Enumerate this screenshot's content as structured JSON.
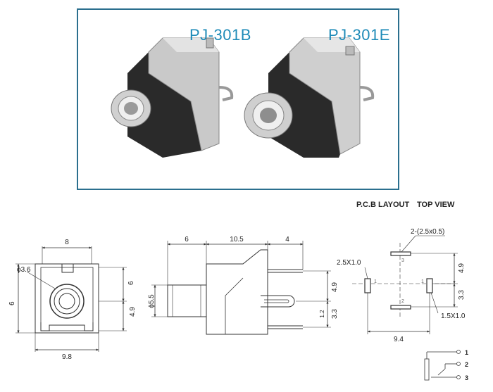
{
  "photo_panel": {
    "model_left": "PJ-301B",
    "model_right": "PJ-301E"
  },
  "headers": {
    "pcb_layout": "P.C.B LAYOUT",
    "top_view": "TOP VIEW"
  },
  "front_view": {
    "width_top": "8",
    "width_bottom": "9.8",
    "bore_dia": "ϕ3.6",
    "height_left": "6",
    "right_upper": "6",
    "right_lower": "4.9"
  },
  "side_view": {
    "len_a": "6",
    "len_b": "10.5",
    "len_c": "4",
    "barrel_dia": "ϕ5.5",
    "pin_pitch": "4.9",
    "pin_gap": "1.2",
    "pin_low": "3.3"
  },
  "pcb_view": {
    "slot_size": "2-(2.5x0.5)",
    "pad_size_left": "2.5X1.0",
    "pad_size_right": "1.5X1.0",
    "span": "9.4",
    "v_upper": "4.9",
    "v_lower": "3.3",
    "pin1_left": "1",
    "pin1_right": "1",
    "pin2": "2",
    "pin3": "3"
  },
  "schematic": {
    "pin1": "1",
    "pin2": "2",
    "pin3": "3"
  },
  "colors": {
    "frame_border": "#2b6f8e",
    "model_text": "#1f8bb8",
    "line": "#333333"
  }
}
